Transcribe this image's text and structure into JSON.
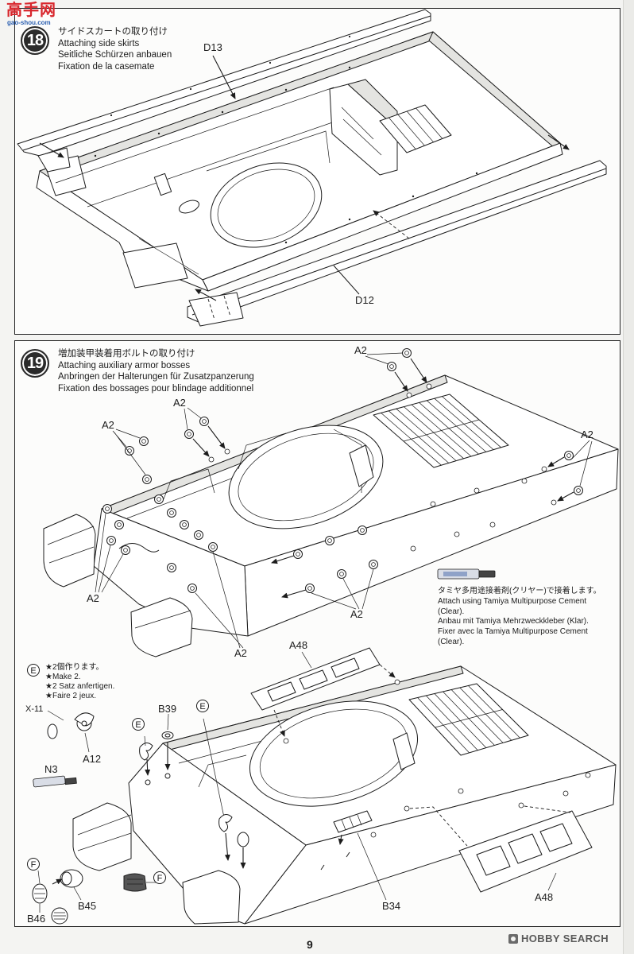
{
  "logo": {
    "name": "高手网",
    "site": "gao-shou.com"
  },
  "step18": {
    "number": "18",
    "title_ja": "サイドスカートの取り付け",
    "title_en": "Attaching side skirts",
    "title_de": "Seitliche Schürzen anbauen",
    "title_fr": "Fixation de la casemate",
    "parts": {
      "d13": "D13",
      "d12": "D12"
    }
  },
  "step19": {
    "number": "19",
    "title_ja": "増加装甲装着用ボルトの取り付け",
    "title_en": "Attaching auxiliary armor bosses",
    "title_de": "Anbringen der Halterungen für Zusatzpanzerung",
    "title_fr": "Fixation des bossages pour blindage additionnel",
    "boss_labels": [
      "A2",
      "A2",
      "A2",
      "A2",
      "A2",
      "A2",
      "A2"
    ],
    "cement_note": {
      "lines": [
        "タミヤ多用途接着剤(クリヤー)で接着します。",
        "Attach using Tamiya Multipurpose Cement",
        "(Clear).",
        "Anbau mit Tamiya Mehrzweckkleber (Klar).",
        "Fixer avec la Tamiya Multipurpose Cement",
        "(Clear)."
      ]
    },
    "make_note": {
      "marker": "E",
      "lines": [
        "★2個作ります。",
        "★Make 2.",
        "★2 Satz anfertigen.",
        "★Faire 2 jeux."
      ]
    },
    "markers": [
      "E",
      "E",
      "F",
      "F"
    ],
    "parts": {
      "x11": "X-11",
      "a12": "A12",
      "n3": "N3",
      "b39": "B39",
      "b45": "B45",
      "b46": "B46",
      "b34": "B34",
      "a48_upper": "A48",
      "a48_lower": "A48"
    }
  },
  "page_number": "9",
  "watermark": "HOBBY SEARCH",
  "colors": {
    "ink": "#1c1c1c",
    "paper": "#f4f4f2",
    "panel": "#fcfcfb",
    "logo_red": "#d8262c",
    "logo_blue": "#2b5fb0",
    "step_badge": "#2a2a2a"
  }
}
